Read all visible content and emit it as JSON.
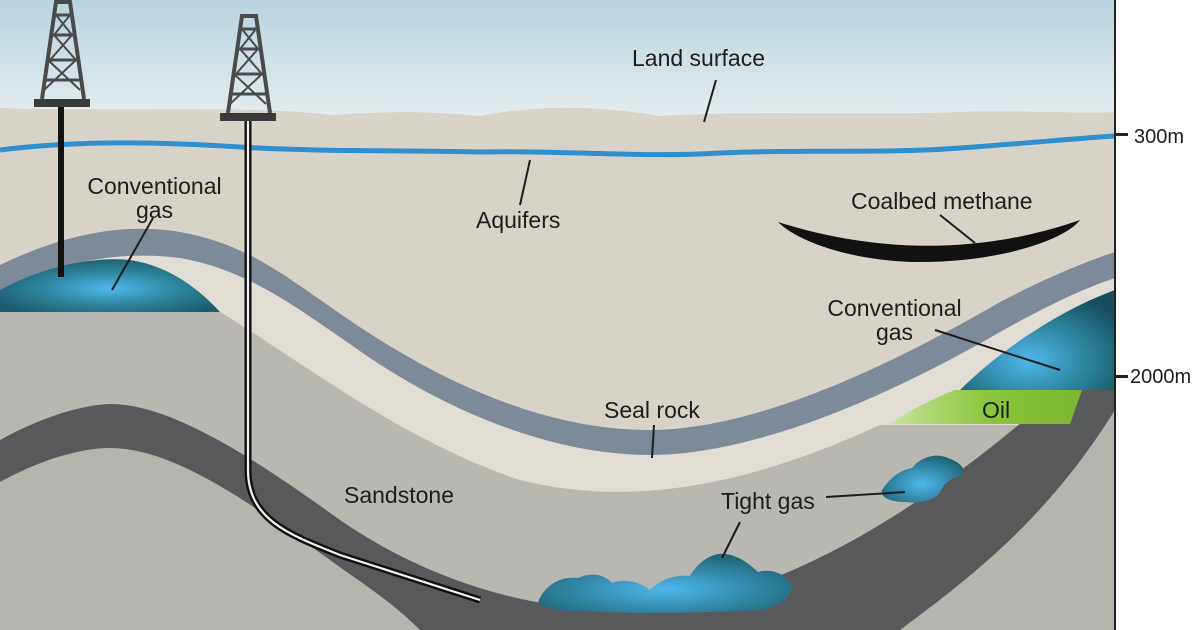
{
  "labels": {
    "land_surface": "Land surface",
    "aquifers": "Aquifers",
    "coalbed_methane": "Coalbed methane",
    "conventional_gas_left": {
      "line1": "Conventional",
      "line2": "gas"
    },
    "conventional_gas_right": {
      "line1": "Conventional",
      "line2": "gas"
    },
    "oil": "Oil",
    "seal_rock": "Seal rock",
    "sandstone": "Sandstone",
    "tight_gas": "Tight gas"
  },
  "depth_scale": {
    "marks": [
      {
        "label": "300m"
      },
      {
        "label": "2000m"
      }
    ]
  },
  "colors": {
    "sky": "#dbe7ec",
    "land": "#d8d3c8",
    "seal_rock": "#7e8a97",
    "sandstone": "#b9b7b1",
    "shale_dark": "#58595b",
    "aquifer": "#2f8fcf",
    "gas": "#3fa6dc",
    "oil": "#8cc63f"
  }
}
